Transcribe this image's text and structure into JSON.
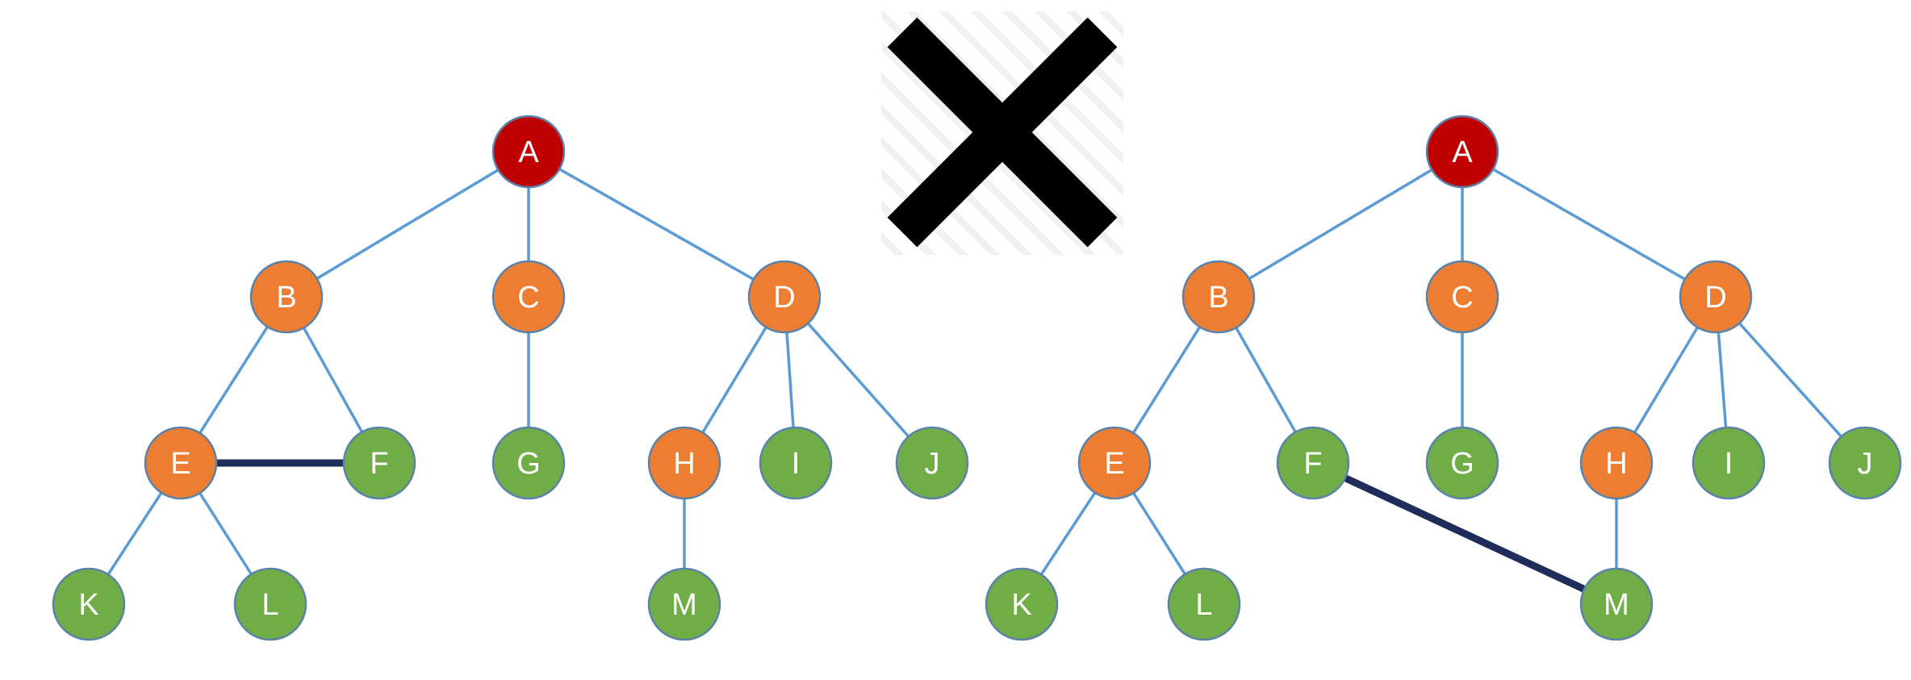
{
  "colors": {
    "root": "#C00000",
    "internal": "#ED7D31",
    "leaf": "#70AD47",
    "node_stroke": "#5B82A9",
    "tree_edge": "#5B9BD5",
    "extra_edge": "#1F2D5A",
    "cross_mark": "#000000",
    "hatch": "#F1F1F1",
    "label_text": "#FFFFFF"
  },
  "icons": {
    "cross": "cross-mark-icon"
  },
  "trees": [
    {
      "id": "left",
      "nodes": [
        {
          "id": "A",
          "label": "A",
          "kind": "root"
        },
        {
          "id": "B",
          "label": "B",
          "kind": "internal"
        },
        {
          "id": "C",
          "label": "C",
          "kind": "internal"
        },
        {
          "id": "D",
          "label": "D",
          "kind": "internal"
        },
        {
          "id": "E",
          "label": "E",
          "kind": "internal"
        },
        {
          "id": "F",
          "label": "F",
          "kind": "leaf"
        },
        {
          "id": "G",
          "label": "G",
          "kind": "leaf"
        },
        {
          "id": "H",
          "label": "H",
          "kind": "internal"
        },
        {
          "id": "I",
          "label": "I",
          "kind": "leaf"
        },
        {
          "id": "J",
          "label": "J",
          "kind": "leaf"
        },
        {
          "id": "K",
          "label": "K",
          "kind": "leaf"
        },
        {
          "id": "L",
          "label": "L",
          "kind": "leaf"
        },
        {
          "id": "M",
          "label": "M",
          "kind": "leaf"
        }
      ],
      "edges": [
        [
          "A",
          "B"
        ],
        [
          "A",
          "C"
        ],
        [
          "A",
          "D"
        ],
        [
          "B",
          "E"
        ],
        [
          "B",
          "F"
        ],
        [
          "C",
          "G"
        ],
        [
          "D",
          "H"
        ],
        [
          "D",
          "I"
        ],
        [
          "D",
          "J"
        ],
        [
          "E",
          "K"
        ],
        [
          "E",
          "L"
        ],
        [
          "H",
          "M"
        ]
      ],
      "extra_edges": [
        [
          "E",
          "F"
        ]
      ]
    },
    {
      "id": "right",
      "nodes": [
        {
          "id": "A",
          "label": "A",
          "kind": "root"
        },
        {
          "id": "B",
          "label": "B",
          "kind": "internal"
        },
        {
          "id": "C",
          "label": "C",
          "kind": "internal"
        },
        {
          "id": "D",
          "label": "D",
          "kind": "internal"
        },
        {
          "id": "E",
          "label": "E",
          "kind": "internal"
        },
        {
          "id": "F",
          "label": "F",
          "kind": "leaf"
        },
        {
          "id": "G",
          "label": "G",
          "kind": "leaf"
        },
        {
          "id": "H",
          "label": "H",
          "kind": "internal"
        },
        {
          "id": "I",
          "label": "I",
          "kind": "leaf"
        },
        {
          "id": "J",
          "label": "J",
          "kind": "leaf"
        },
        {
          "id": "K",
          "label": "K",
          "kind": "leaf"
        },
        {
          "id": "L",
          "label": "L",
          "kind": "leaf"
        },
        {
          "id": "M",
          "label": "M",
          "kind": "leaf"
        }
      ],
      "edges": [
        [
          "A",
          "B"
        ],
        [
          "A",
          "C"
        ],
        [
          "A",
          "D"
        ],
        [
          "B",
          "E"
        ],
        [
          "B",
          "F"
        ],
        [
          "C",
          "G"
        ],
        [
          "D",
          "H"
        ],
        [
          "D",
          "I"
        ],
        [
          "D",
          "J"
        ],
        [
          "E",
          "K"
        ],
        [
          "E",
          "L"
        ],
        [
          "H",
          "M"
        ]
      ],
      "extra_edges": [
        [
          "F",
          "M"
        ]
      ]
    }
  ]
}
